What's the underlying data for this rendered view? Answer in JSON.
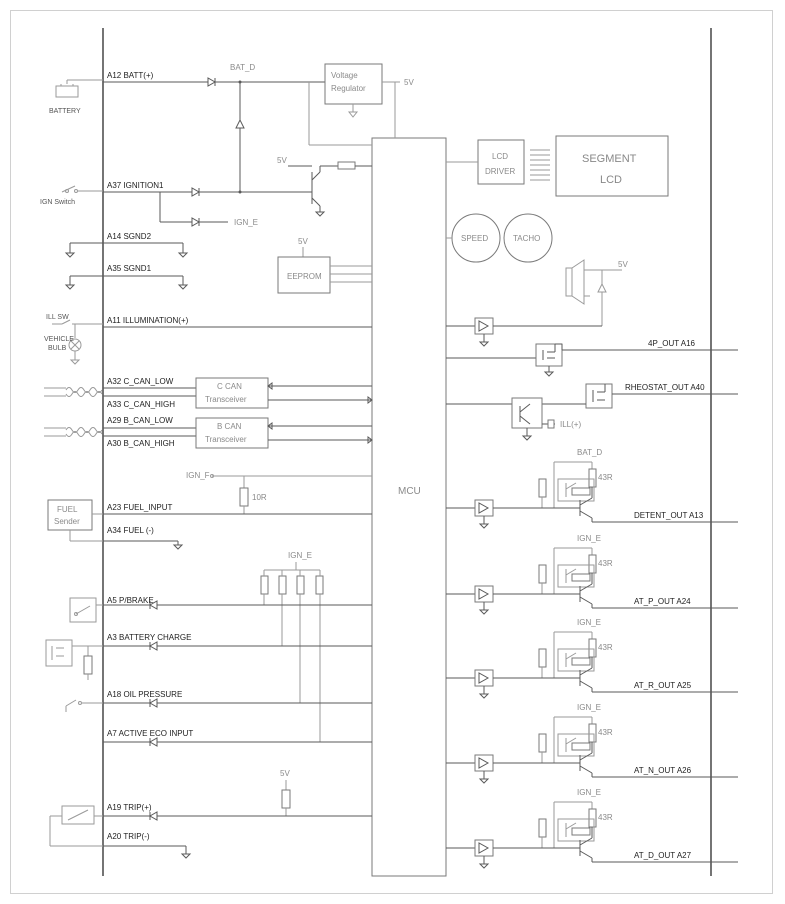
{
  "diagram": {
    "blocks": {
      "mcu": "MCU",
      "regulator_1": "Voltage",
      "regulator_2": "Regulator",
      "lcd_driver_1": "LCD",
      "lcd_driver_2": "DRIVER",
      "segment_lcd_1": "SEGMENT",
      "segment_lcd_2": "LCD",
      "eeprom": "EEPROM",
      "speed": "SPEED",
      "tacho": "TACHO",
      "c_can_1": "C CAN",
      "c_can_2": "Transceiver",
      "b_can_1": "B CAN",
      "b_can_2": "Transceiver",
      "fuel_sender_1": "FUEL",
      "fuel_sender_2": "Sender"
    },
    "components": {
      "battery": "BATTERY",
      "ign_switch": "IGN Switch",
      "ill_sw": "ILL SW",
      "vehicle_bulb_1": "VEHICLE",
      "vehicle_bulb_2": "BULB"
    },
    "nets": {
      "bat_d": "BAT_D",
      "five_v": "5V",
      "ign_e": "IGN_E",
      "ign_f": "IGN_F",
      "r_10r": "10R",
      "r_43r": "43R",
      "ill_plus": "ILL(+)"
    },
    "left_pins": [
      "A12 BATT(+)",
      "A37 IGNITION1",
      "A14 SGND2",
      "A35 SGND1",
      "A11 ILLUMINATION(+)",
      "A32 C_CAN_LOW",
      "A33 C_CAN_HIGH",
      "A29 B_CAN_LOW",
      "A30 B_CAN_HIGH",
      "A23 FUEL_INPUT",
      "A34 FUEL (-)",
      "A5   P/BRAKE",
      "A3   BATTERY CHARGE",
      "A18 OIL PRESSURE",
      "A7   ACTIVE ECO INPUT",
      "A19 TRIP(+)",
      "A20 TRIP(-)"
    ],
    "right_pins": [
      "4P_OUT A16",
      "RHEOSTAT_OUT A40",
      "DETENT_OUT A13",
      "AT_P_OUT A24",
      "AT_R_OUT A25",
      "AT_N_OUT A26",
      "AT_D_OUT A27"
    ]
  }
}
